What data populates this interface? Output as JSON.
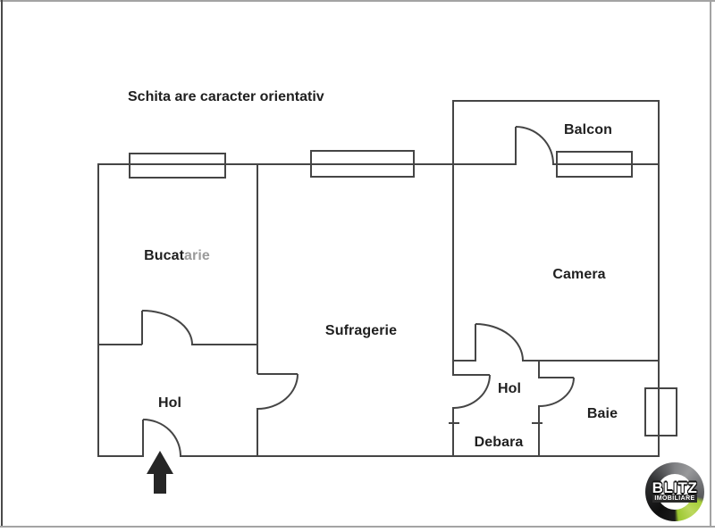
{
  "disclaimer": "Schita are caracter orientativ",
  "rooms": {
    "balcon": {
      "label": "Balcon"
    },
    "bucatarie": {
      "label_dark": "Bucat",
      "label_light": "arie"
    },
    "camera": {
      "label": "Camera"
    },
    "sufragerie": {
      "label": "Sufragerie"
    },
    "hol_left": {
      "label": "Hol"
    },
    "hol_right": {
      "label": "Hol"
    },
    "baie": {
      "label": "Baie"
    },
    "debara": {
      "label": "Debara"
    }
  },
  "logo": {
    "line1": "BLITZ",
    "line2": "IMOBILIARE",
    "accent_green": "#9cc831",
    "dark_ring": "#1b1b1b"
  },
  "colors": {
    "wall": "#454545",
    "label": "#1f1f1f",
    "label_muted": "#9b9b9b",
    "frame": "#a3a3a3",
    "arrow": "#262626"
  }
}
